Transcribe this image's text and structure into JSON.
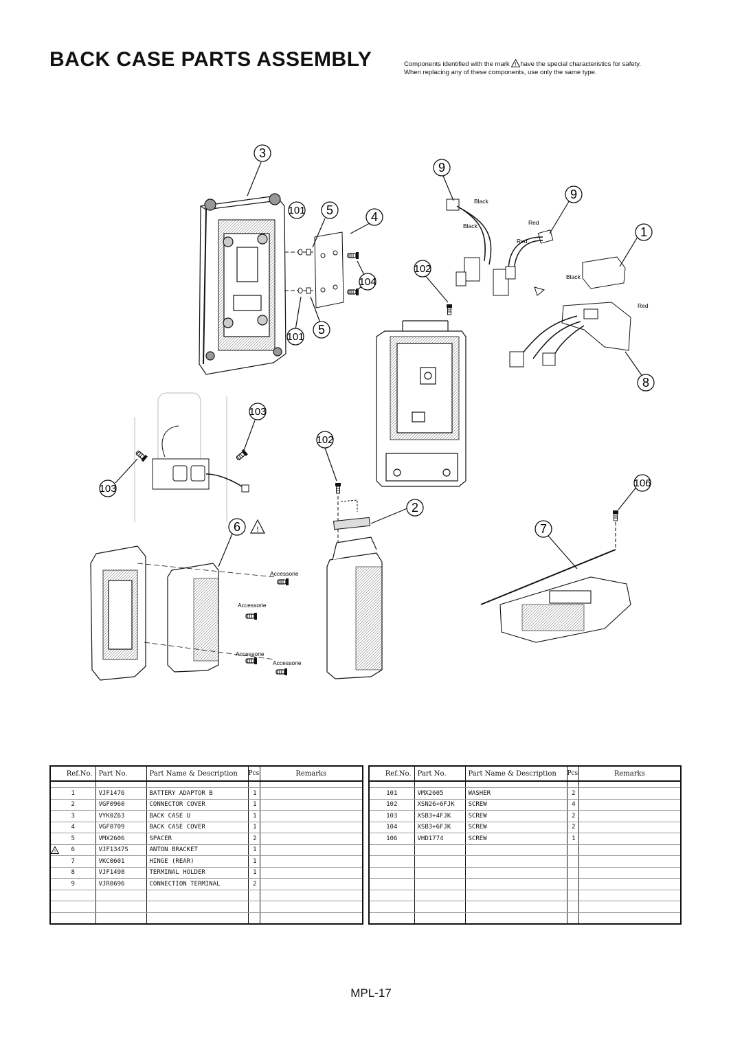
{
  "title": "BACK CASE PARTS ASSEMBLY",
  "notice": {
    "line1_before": "Components identified with the mark",
    "line1_after": "have the special characteristics for safety.",
    "line2": "When replacing any of these components, use only the same type."
  },
  "callouts": {
    "c3": "3",
    "c9a": "9",
    "c9b": "9",
    "c1": "1",
    "c101a": "101",
    "c5a": "5",
    "c4": "4",
    "c102a": "102",
    "c104": "104",
    "c101b": "101",
    "c5b": "5",
    "c8": "8",
    "c103a": "103",
    "c102b": "102",
    "c103b": "103",
    "c106": "106",
    "c2": "2",
    "c6": "6",
    "c7": "7"
  },
  "wire_labels": {
    "black1": "Black",
    "black2": "Black",
    "red1": "Red",
    "red2": "Red",
    "black3": "Black",
    "red3": "Red"
  },
  "accessory_labels": [
    "Accessorie",
    "Accessorie",
    "Accessorie",
    "Accessorie"
  ],
  "table_headers": {
    "ref": "Ref.No.",
    "part": "Part No.",
    "name": "Part Name & Description",
    "pcs": "Pcs",
    "remarks": "Remarks"
  },
  "parts_left": [
    {
      "ref": "1",
      "part": "VJF1476",
      "name": "BATTERY ADAPTOR B",
      "pcs": "1",
      "safety": false
    },
    {
      "ref": "2",
      "part": "VGF0960",
      "name": "CONNECTOR COVER",
      "pcs": "1",
      "safety": false
    },
    {
      "ref": "3",
      "part": "VYK0Z63",
      "name": "BACK CASE U",
      "pcs": "1",
      "safety": false
    },
    {
      "ref": "4",
      "part": "VGF0709",
      "name": "BACK CASE COVER",
      "pcs": "1",
      "safety": false
    },
    {
      "ref": "5",
      "part": "VMX2606",
      "name": "SPACER",
      "pcs": "2",
      "safety": false
    },
    {
      "ref": "6",
      "part": "VJF1347S",
      "name": "ANTON BRACKET",
      "pcs": "1",
      "safety": true
    },
    {
      "ref": "7",
      "part": "VKC0601",
      "name": "HINGE (REAR)",
      "pcs": "1",
      "safety": false
    },
    {
      "ref": "8",
      "part": "VJF1498",
      "name": "TERMINAL HOLDER",
      "pcs": "1",
      "safety": false
    },
    {
      "ref": "9",
      "part": "VJR0696",
      "name": "CONNECTION TERMINAL",
      "pcs": "2",
      "safety": false
    }
  ],
  "parts_right": [
    {
      "ref": "101",
      "part": "VMX2605",
      "name": "WASHER",
      "pcs": "2"
    },
    {
      "ref": "102",
      "part": "XSN26+6FJK",
      "name": "SCREW",
      "pcs": "4"
    },
    {
      "ref": "103",
      "part": "XSB3+4FJK",
      "name": "SCREW",
      "pcs": "2"
    },
    {
      "ref": "104",
      "part": "XSB3+6FJK",
      "name": "SCREW",
      "pcs": "2"
    },
    {
      "ref": "106",
      "part": "VHD1774",
      "name": "SCREW",
      "pcs": "1"
    }
  ],
  "page_number": "MPL-17"
}
